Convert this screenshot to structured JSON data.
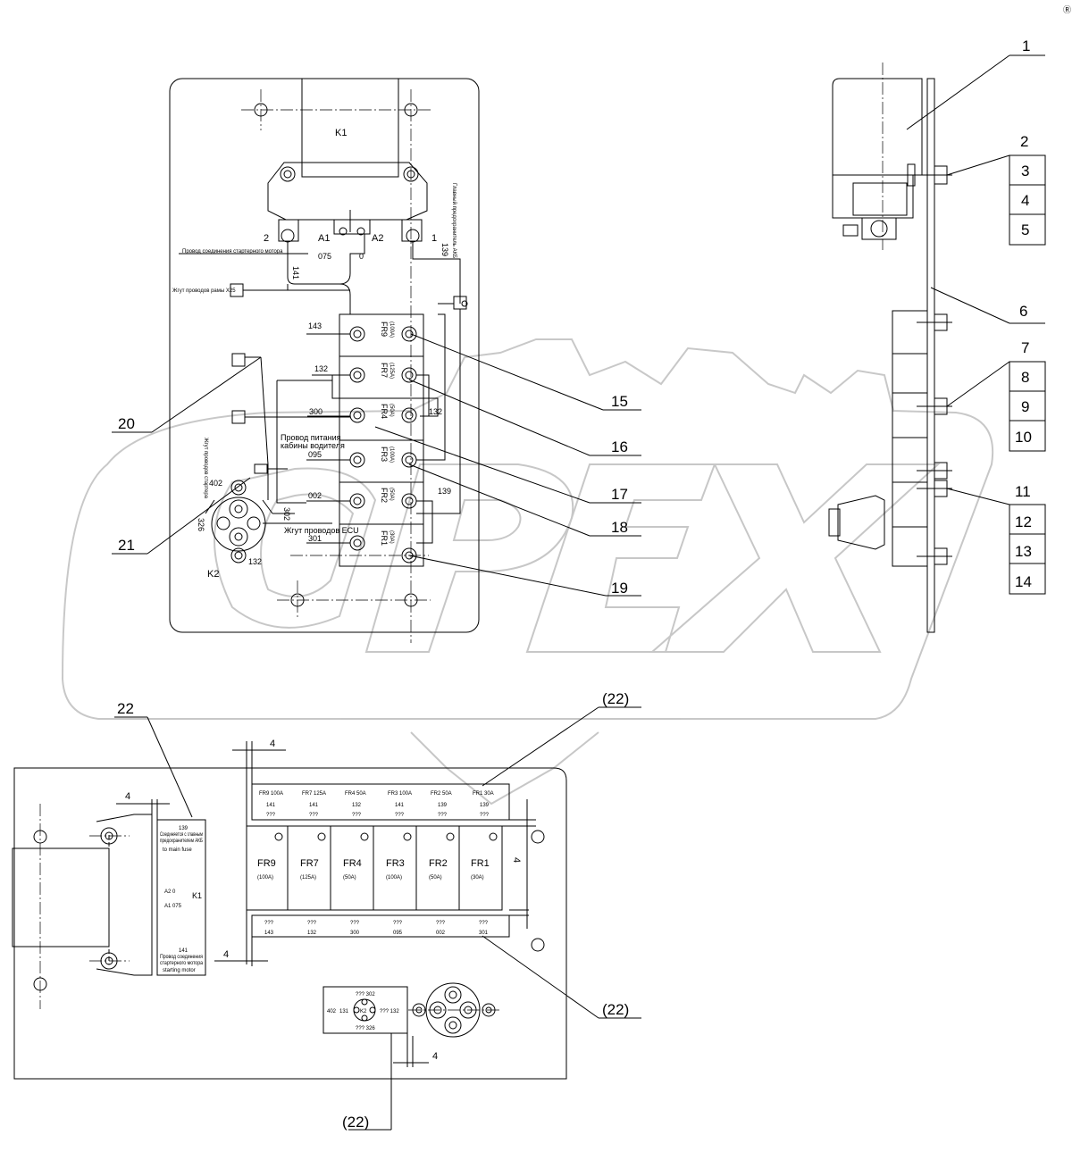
{
  "corner_mark": "Ⓡ",
  "watermark": "OPEX",
  "callouts": {
    "c1": "1",
    "c2": "2",
    "c3": "3",
    "c4": "4",
    "c5": "5",
    "c6": "6",
    "c7": "7",
    "c8": "8",
    "c9": "9",
    "c10": "10",
    "c11": "11",
    "c12": "12",
    "c13": "13",
    "c14": "14",
    "c15": "15",
    "c16": "16",
    "c17": "17",
    "c18": "18",
    "c19": "19",
    "c20": "20",
    "c21": "21",
    "c22": "22",
    "c22a": "(22)",
    "c22b": "(22)",
    "c22c": "(22)"
  },
  "relay": {
    "name": "K1",
    "term_left": "2",
    "term_right": "1",
    "a1": "A1",
    "a2": "A2",
    "w141": "141",
    "w075": "075",
    "w0": "0",
    "w139": "139",
    "starter_wire": "Провод соединения стартерного мотора",
    "frame_harness": "Жгут проводов рамы X25",
    "main_fuse": "Главный предохранитель АКБ"
  },
  "fuses": [
    {
      "wire": "143",
      "name": "FR9",
      "rating": "(100A)"
    },
    {
      "wire": "132",
      "name": "FR7",
      "rating": "(125A)"
    },
    {
      "wire": "300",
      "name": "FR4",
      "rating": "(50A)"
    },
    {
      "wire": "095",
      "name": "FR3",
      "rating": "(100A)"
    },
    {
      "wire": "002",
      "name": "FR2",
      "rating": "(50A)"
    },
    {
      "wire": "301",
      "name": "FR1",
      "rating": "(30A)"
    }
  ],
  "wiring": {
    "w132_side": "132",
    "w139_side": "139",
    "cab_power_1": "Провод питания",
    "cab_power_2": "кабины водителя",
    "ecu_harness": "Жгут проводов ECU",
    "start_harness": "Жгут проводов стартера",
    "k2": "K2",
    "k2_402": "402",
    "k2_326": "326",
    "k2_302": "302",
    "k2_132": "132"
  },
  "dimensions": {
    "d1": "4",
    "d2": "4",
    "d3": "4",
    "d4": "4",
    "d5": "4"
  },
  "label_k1": {
    "l1": "139",
    "l2": "Соединяется с главным",
    "l3": "предохранителем АКБ",
    "l4": "to main fuse",
    "l5": "A2  0",
    "l6": "K1",
    "l7": "A1  075",
    "l8": "141",
    "l9": "Провод соединения",
    "l10": "стартерного мотора",
    "l11": "starting motor"
  },
  "fuse_label_top": [
    {
      "name": "FR9  100A",
      "w1": "141",
      "w2": "???"
    },
    {
      "name": "FR7  125A",
      "w1": "141",
      "w2": "???"
    },
    {
      "name": "FR4  50A",
      "w1": "132",
      "w2": "???"
    },
    {
      "name": "FR3  100A",
      "w1": "141",
      "w2": "???"
    },
    {
      "name": "FR2  50A",
      "w1": "139",
      "w2": "???"
    },
    {
      "name": "FR1  30A",
      "w1": "139",
      "w2": "???"
    }
  ],
  "fuse_block_drawing": [
    {
      "name": "FR9",
      "rating": "(100A)"
    },
    {
      "name": "FR7",
      "rating": "(125A)"
    },
    {
      "name": "FR4",
      "rating": "(50A)"
    },
    {
      "name": "FR3",
      "rating": "(100A)"
    },
    {
      "name": "FR2",
      "rating": "(50A)"
    },
    {
      "name": "FR1",
      "rating": "(30A)"
    }
  ],
  "fuse_label_bottom": [
    {
      "w1": "???",
      "w2": "143"
    },
    {
      "w1": "???",
      "w2": "132"
    },
    {
      "w1": "???",
      "w2": "300"
    },
    {
      "w1": "???",
      "w2": "095"
    },
    {
      "w1": "???",
      "w2": "002"
    },
    {
      "w1": "???",
      "w2": "301"
    }
  ],
  "label_k2": {
    "top": "??? 302",
    "left": "402",
    "mid1": "131",
    "center": "K2",
    "right": "??? 132",
    "bottom": "??? 326"
  }
}
